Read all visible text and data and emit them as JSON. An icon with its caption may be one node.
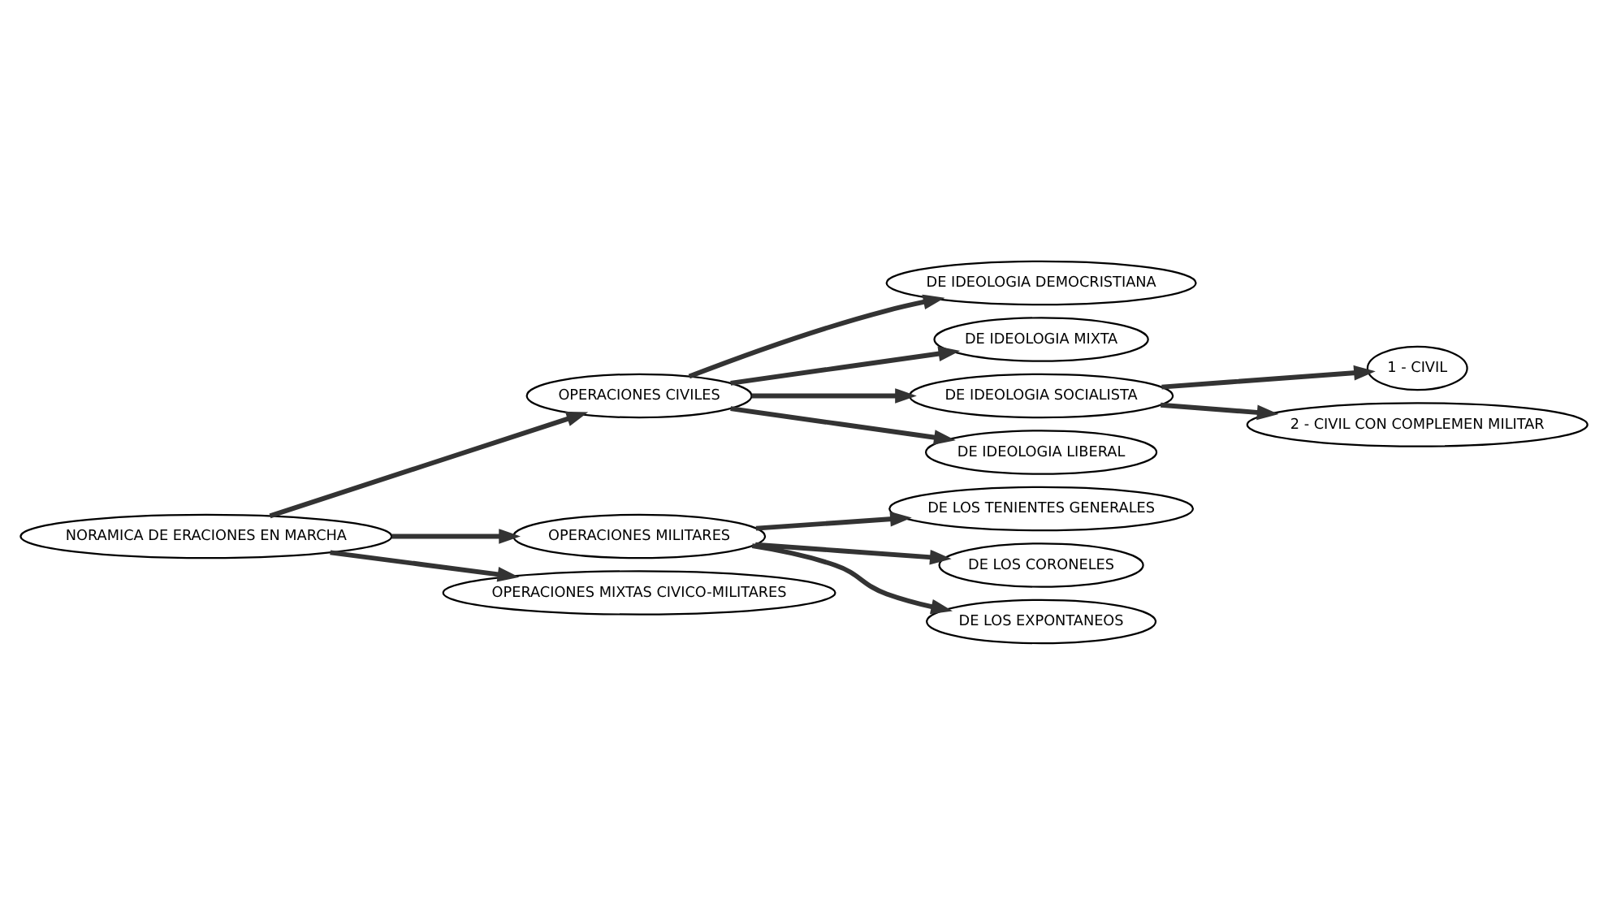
{
  "diagram": {
    "nodes": [
      {
        "text": [
          "NORAMICA DE ERACIONES EN MARCHA"
        ]
      },
      {
        "text": [
          "OPERACIONES CIVILES"
        ]
      },
      {
        "text": [
          "OPERACIONES MILITARES"
        ]
      },
      {
        "text": [
          "OPERACIONES MIXTAS CIVICO-MILITARES"
        ]
      },
      {
        "text": [
          "DE IDEOLOGIA DEMOCRISTIANA"
        ]
      },
      {
        "text": [
          "DE IDEOLOGIA MIXTA"
        ]
      },
      {
        "text": [
          "DE IDEOLOGIA SOCIALISTA"
        ]
      },
      {
        "text": [
          "DE IDEOLOGIA LIBERAL"
        ]
      },
      {
        "text": [
          "1 - CIVIL"
        ]
      },
      {
        "text": [
          "2 - CIVIL CON COMPLEMEN MILITAR"
        ]
      },
      {
        "text": [
          "DE LOS TENIENTES GENERALES"
        ]
      },
      {
        "text": [
          "DE LOS CORONELES"
        ]
      },
      {
        "text": [
          "DE LOS EXPONTANEOS"
        ]
      }
    ],
    "edges": [
      {
        "from": 0,
        "to": 1,
        "arrow": "to"
      },
      {
        "from": 0,
        "to": 2,
        "arrow": "to"
      },
      {
        "from": 0,
        "to": 3,
        "arrow": "to"
      },
      {
        "from": 1,
        "to": 4,
        "arrow": "to"
      },
      {
        "from": 1,
        "to": 5,
        "arrow": "to"
      },
      {
        "from": 1,
        "to": 6,
        "arrow": "to"
      },
      {
        "from": 1,
        "to": 7,
        "arrow": "to"
      },
      {
        "from": 6,
        "to": 8,
        "arrow": "to"
      },
      {
        "from": 6,
        "to": 9,
        "arrow": "to"
      },
      {
        "from": 2,
        "to": 10,
        "arrow": "to"
      },
      {
        "from": 2,
        "to": 11,
        "arrow": "to"
      },
      {
        "from": 2,
        "to": 12,
        "arrow": "to"
      }
    ]
  }
}
